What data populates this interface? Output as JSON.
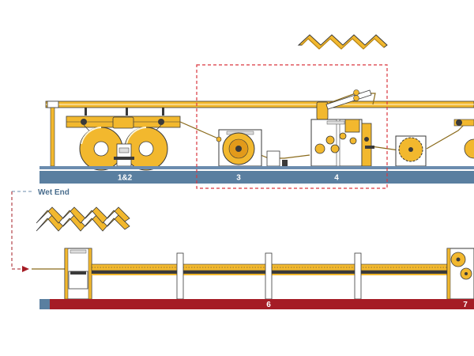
{
  "title": "",
  "wet_end_label": "Wet End",
  "upper_bar": {
    "color": "#5a7fa0",
    "sections": [
      {
        "id": "s12",
        "label": "1&2"
      },
      {
        "id": "s3",
        "label": "3"
      },
      {
        "id": "s4",
        "label": "4"
      }
    ]
  },
  "lower_bar": {
    "color": "#a51c25",
    "sections": [
      {
        "id": "s6",
        "label": "6"
      },
      {
        "id": "s7",
        "label": "7"
      }
    ]
  },
  "colors": {
    "machine_yellow": "#f2b82e",
    "outline": "#3a3a3a",
    "highlight_box": "#d9363e",
    "wet_end_line": "#6b8cae",
    "arrow": "#a51c25"
  },
  "icons": [
    "corrugated-sheet-icon",
    "corrugated-stack-icon",
    "roll-stand-icon",
    "single-facer-icon",
    "double-backer-icon"
  ]
}
